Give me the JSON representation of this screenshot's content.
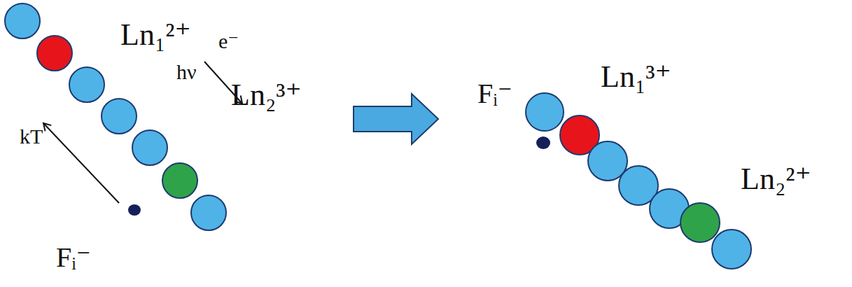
{
  "diagram": {
    "labels": [
      "Ln₁²⁺",
      "e⁻",
      "hν",
      "Ln₂³⁺",
      "kT",
      "Fᵢ⁻",
      "Fᵢ⁻",
      "Ln₁³⁺",
      "Ln₂²⁺"
    ]
  }
}
